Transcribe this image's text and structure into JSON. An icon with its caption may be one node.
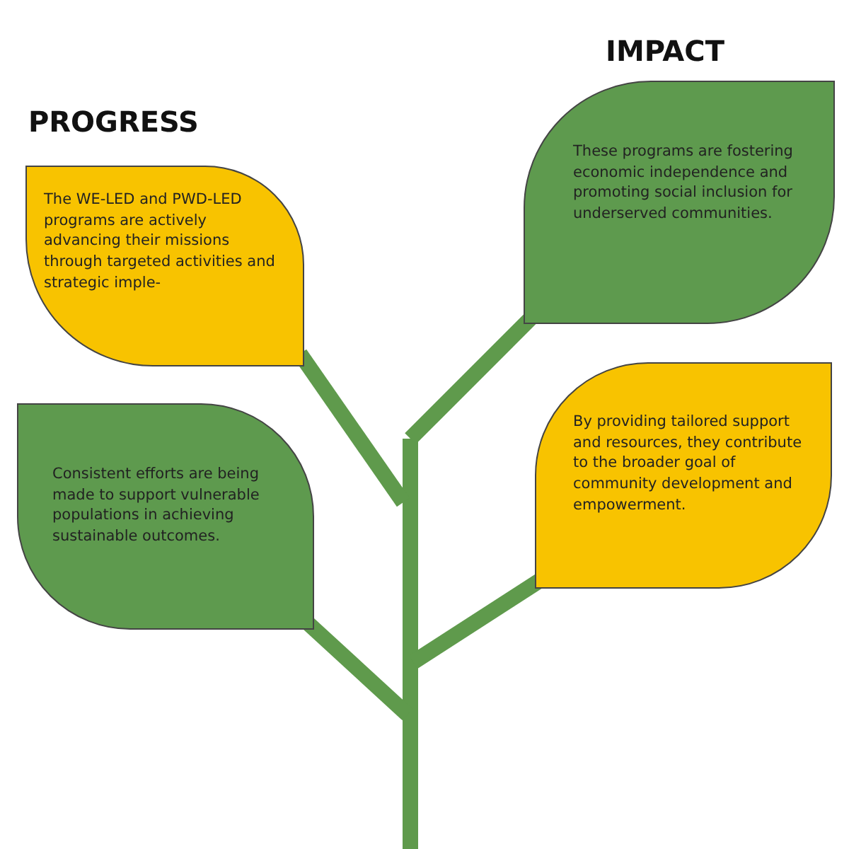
{
  "diagram": {
    "nodes": [
      {
        "text": [
          "The WE-LED and PWD-LED programs are actively advancing their missions through targeted activities and strategic imple-"
        ]
      },
      {
        "text": [
          "These programs are fostering economic independence and promoting social inclusion for underserved communities."
        ]
      },
      {
        "text": [
          "Consistent efforts are being made to support vulnerable populations in achieving sustainable outcomes."
        ]
      },
      {
        "text": [
          "By providing tailored support and resources, they contribute to the broader goal of community development and empowerment."
        ]
      }
    ],
    "labels": [
      "IMPACT",
      "PROGRESS"
    ]
  }
}
